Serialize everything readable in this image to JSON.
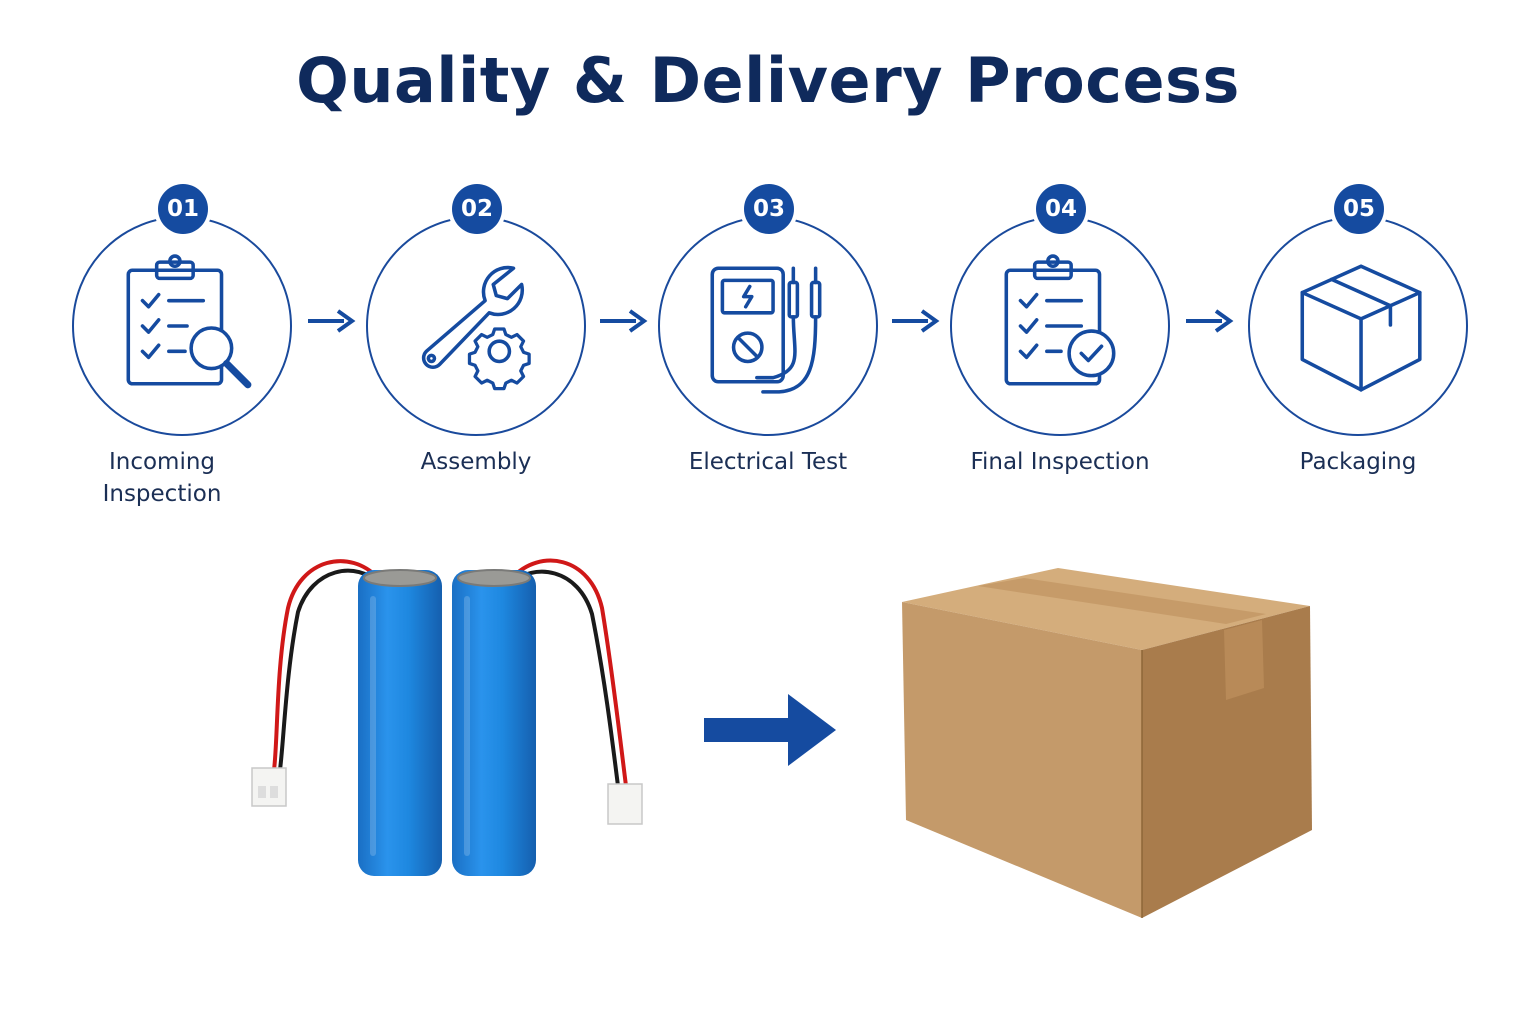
{
  "title": "Quality & Delivery Process",
  "colors": {
    "accent": "#154ba0",
    "title": "#0f2a5c",
    "battery": "#1e88e0",
    "carton": "#c49a6a"
  },
  "steps": [
    {
      "number": "01",
      "label": "Incoming Inspection",
      "icon": "clipboard-search-icon"
    },
    {
      "number": "02",
      "label": "Assembly",
      "icon": "wrench-gear-icon"
    },
    {
      "number": "03",
      "label": "Electrical Test",
      "icon": "multimeter-icon"
    },
    {
      "number": "04",
      "label": "Final Inspection",
      "icon": "clipboard-check-icon"
    },
    {
      "number": "05",
      "label": "Packaging",
      "icon": "box-icon"
    }
  ],
  "illustrations": {
    "product": "battery-pack-image",
    "shipping": "cardboard-box-image"
  }
}
